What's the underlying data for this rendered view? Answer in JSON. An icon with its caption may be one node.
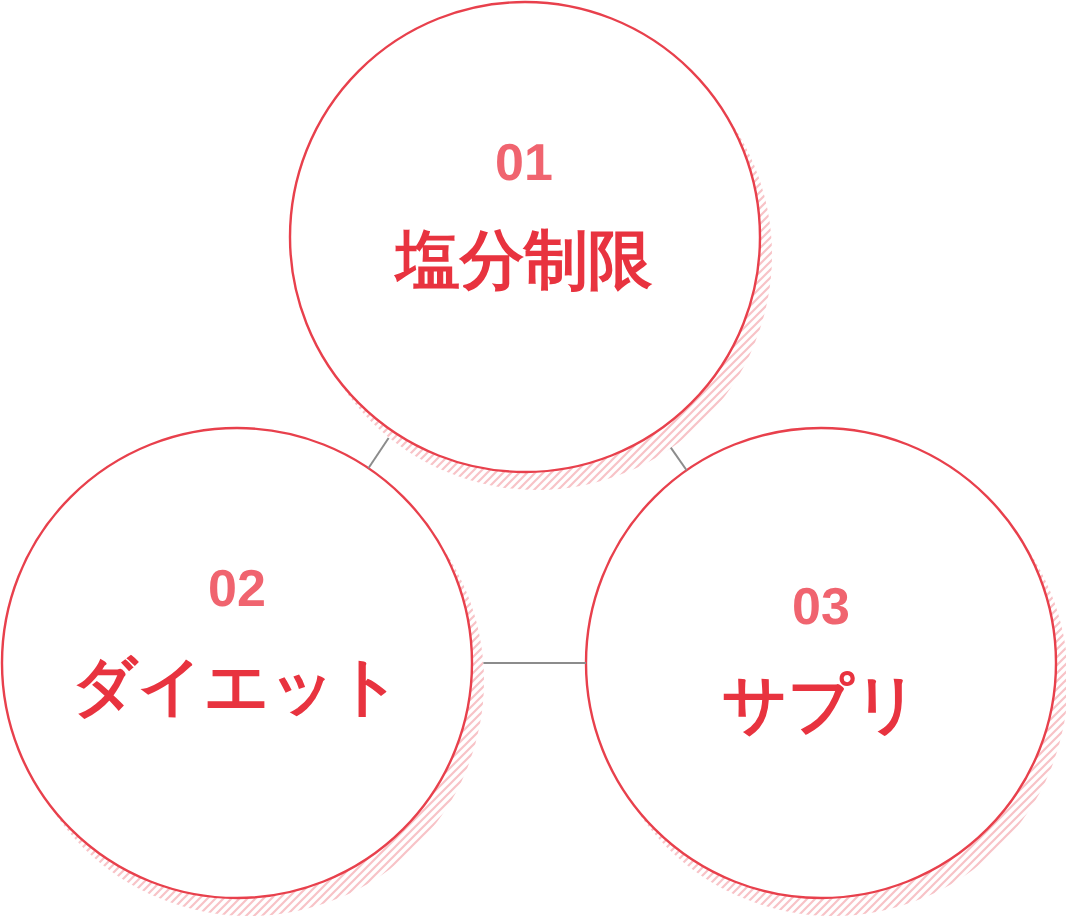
{
  "diagram": {
    "nodes": [
      {
        "text": [
          "01",
          "塩分制限"
        ]
      },
      {
        "text": [
          "02",
          "ダイエット"
        ]
      },
      {
        "text": [
          "03",
          "サプリ"
        ]
      }
    ],
    "edges": [
      {
        "from": 0,
        "to": 1,
        "arrow": "none"
      },
      {
        "from": 0,
        "to": 2,
        "arrow": "none"
      },
      {
        "from": 1,
        "to": 2,
        "arrow": "none"
      }
    ]
  }
}
